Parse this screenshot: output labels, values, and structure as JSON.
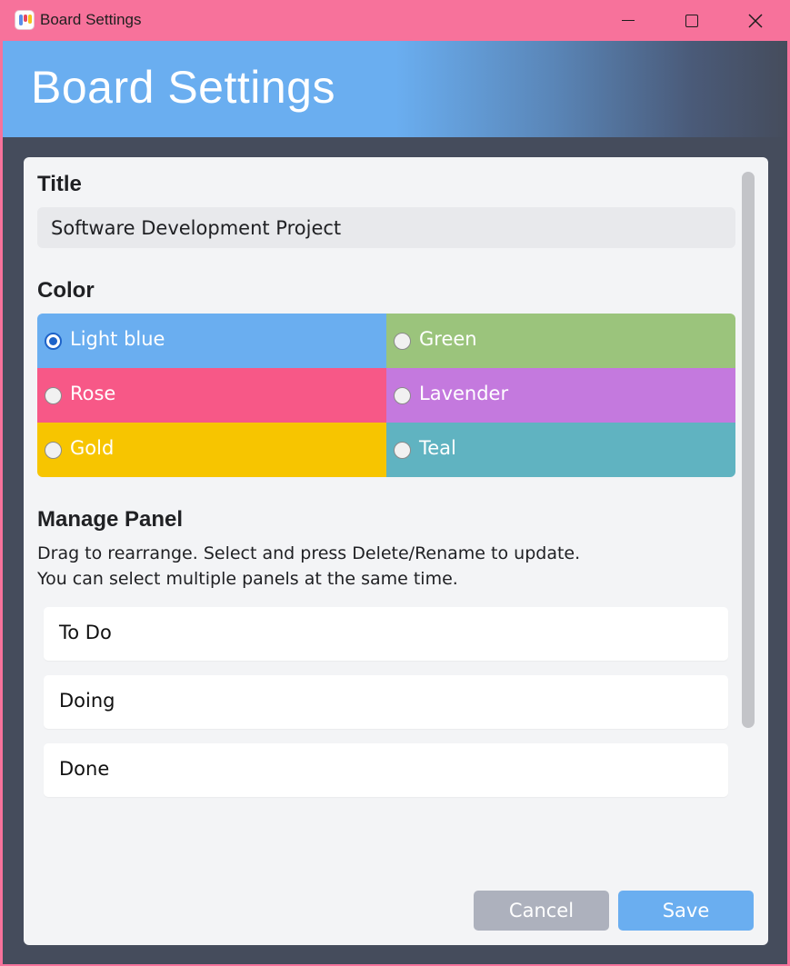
{
  "window": {
    "title": "Board Settings",
    "icons": {
      "app": "app-board-icon",
      "minimize": "minimize-icon",
      "maximize": "maximize-icon",
      "close": "close-icon"
    },
    "close_glyph": "✕"
  },
  "header": {
    "title": "Board Settings"
  },
  "title_section": {
    "label": "Title",
    "value": "Software Development Project"
  },
  "color_section": {
    "label": "Color",
    "selected": "Light blue",
    "options": [
      {
        "label": "Light blue",
        "color": "#6aaef0",
        "checked": true
      },
      {
        "label": "Green",
        "color": "#9bc47c",
        "checked": false
      },
      {
        "label": "Rose",
        "color": "#f75887",
        "checked": false
      },
      {
        "label": "Lavender",
        "color": "#c479de",
        "checked": false
      },
      {
        "label": "Gold",
        "color": "#f7c500",
        "checked": false
      },
      {
        "label": "Teal",
        "color": "#60b3c1",
        "checked": false
      }
    ]
  },
  "manage_section": {
    "label": "Manage Panel",
    "description_line1": "Drag to rearrange. Select and press Delete/Rename to update.",
    "description_line2": "You can select multiple panels at the same time.",
    "panels": [
      "To Do",
      "Doing",
      "Done"
    ]
  },
  "actions": {
    "cancel_label": "Cancel",
    "save_label": "Save"
  },
  "colors": {
    "titlebar": "#f7729b",
    "frame": "#454c5c",
    "accent": "#6aaef0",
    "cancel": "#adb1bd"
  }
}
